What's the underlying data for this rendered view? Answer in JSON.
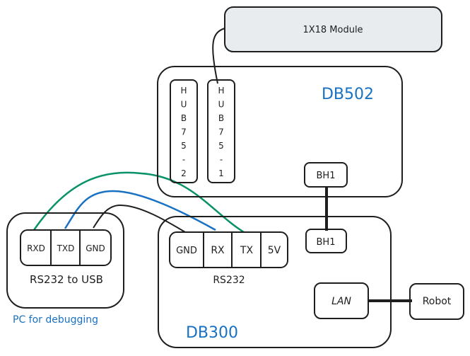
{
  "module": {
    "label": "1X18 Module",
    "fill": "#e9ecef"
  },
  "db502": {
    "title": "DB502",
    "hub2": [
      "H",
      "U",
      "B",
      "7",
      "5",
      "-",
      "2"
    ],
    "hub1": [
      "H",
      "U",
      "B",
      "7",
      "5",
      "-",
      "1"
    ],
    "bh1": "BH1"
  },
  "db300": {
    "title": "DB300",
    "bh1": "BH1",
    "rs232_pins": [
      "GND",
      "RX",
      "TX",
      "5V"
    ],
    "rs232_label": "RS232",
    "lan": "LAN"
  },
  "usb_adapter": {
    "pins": [
      "RXD",
      "TXD",
      "GND"
    ],
    "label": "RS232 to USB",
    "caption": "PC for debugging"
  },
  "robot": {
    "label": "Robot"
  },
  "colors": {
    "accent_text": "#1971c2",
    "wire_green": "#099268",
    "wire_blue": "#1971c2",
    "wire_black": "#1e1e1e"
  }
}
